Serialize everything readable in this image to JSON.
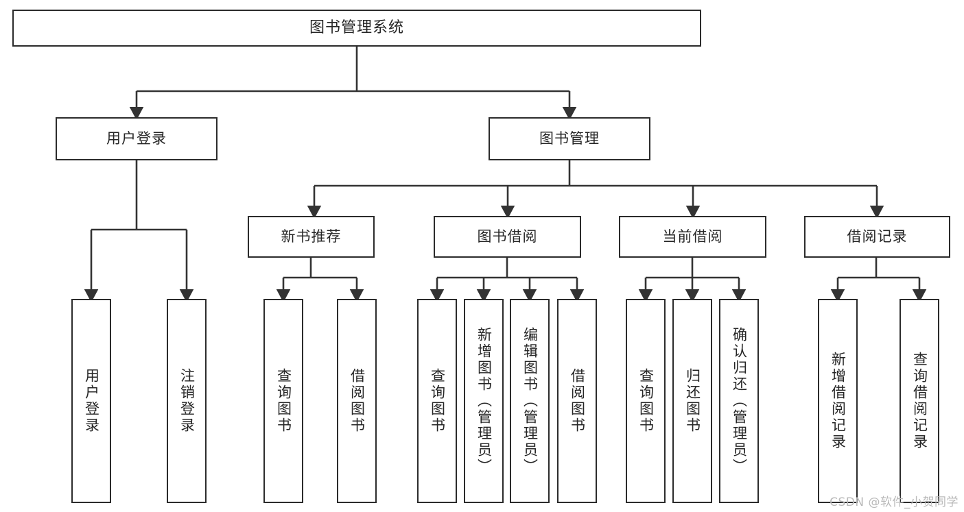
{
  "diagram": {
    "title": "图书管理系统",
    "type": "tree",
    "colors": {
      "border": "#2b2b2b",
      "text": "#262626",
      "background": "#ffffff",
      "edge": "#333333",
      "watermark": "#b9b9b9"
    },
    "nodes": {
      "root": {
        "label": "图书管理系统"
      },
      "level2": [
        {
          "id": "user-login",
          "label": "用户登录"
        },
        {
          "id": "book-manage",
          "label": "图书管理"
        }
      ],
      "level3": [
        {
          "id": "new-book-recommend",
          "label": "新书推荐"
        },
        {
          "id": "book-borrow",
          "label": "图书借阅"
        },
        {
          "id": "current-borrow",
          "label": "当前借阅"
        },
        {
          "id": "borrow-record",
          "label": "借阅记录"
        }
      ],
      "leaves": {
        "user-login": [
          {
            "id": "leaf-user-login",
            "label": "用户登录"
          },
          {
            "id": "leaf-logout",
            "label": "注销登录"
          }
        ],
        "new-book-recommend": [
          {
            "id": "leaf-query-book-1",
            "label": "查询图书"
          },
          {
            "id": "leaf-borrow-book-1",
            "label": "借阅图书"
          }
        ],
        "book-borrow": [
          {
            "id": "leaf-query-book-2",
            "label": "查询图书"
          },
          {
            "id": "leaf-add-book",
            "label": "新增图书（管理员）"
          },
          {
            "id": "leaf-edit-book",
            "label": "编辑图书（管理员）"
          },
          {
            "id": "leaf-borrow-book-2",
            "label": "借阅图书"
          }
        ],
        "current-borrow": [
          {
            "id": "leaf-query-book-3",
            "label": "查询图书"
          },
          {
            "id": "leaf-return-book",
            "label": "归还图书"
          },
          {
            "id": "leaf-confirm-return",
            "label": "确认归还（管理员）"
          }
        ],
        "borrow-record": [
          {
            "id": "leaf-add-record",
            "label": "新增借阅记录"
          },
          {
            "id": "leaf-query-record",
            "label": "查询借阅记录"
          }
        ]
      }
    },
    "watermark": "CSDN @软件_小贺同学"
  }
}
